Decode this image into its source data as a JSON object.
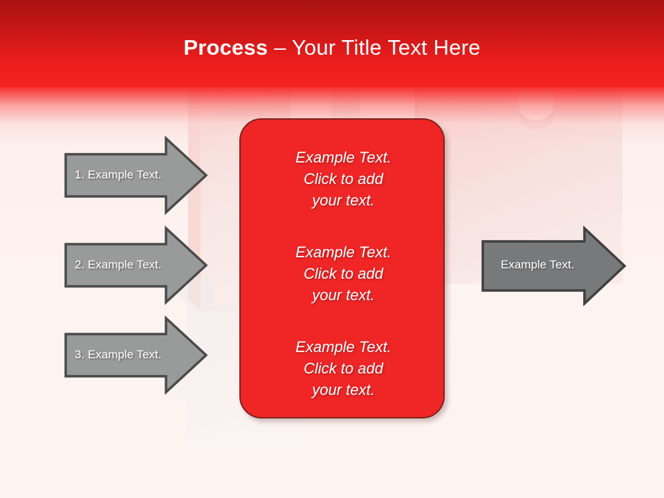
{
  "slide": {
    "title_strong": "Process",
    "title_rest": " – Your Title Text Here",
    "background_color": "#fdf3f1",
    "accent_color": "#ef2526",
    "header_color_top": "#a81111",
    "header_color_bottom": "#f62222",
    "arrow_fill_color": "#999a9a",
    "arrow_border_color": "#4a4a4a"
  },
  "input_arrows": [
    {
      "label": "1. Example Text.",
      "name": "arrow-step-1"
    },
    {
      "label": "2. Example Text.",
      "name": "arrow-step-2"
    },
    {
      "label": "3. Example Text.",
      "name": "arrow-step-3"
    }
  ],
  "center_panel": {
    "paragraphs": [
      "Example Text. Click  to add your text.",
      "Example Text. Click  to add your text.",
      "Example Text. Click  to add your text."
    ],
    "line_sets": [
      {
        "l1": "Example Text.",
        "l2": "Click  to add",
        "l3": "your text."
      },
      {
        "l1": "Example Text.",
        "l2": "Click  to add",
        "l3": "your text."
      },
      {
        "l1": "Example Text.",
        "l2": "Click  to add",
        "l3": "your text."
      }
    ]
  },
  "output_arrow": {
    "label": "Example Text.",
    "name": "arrow-output"
  }
}
